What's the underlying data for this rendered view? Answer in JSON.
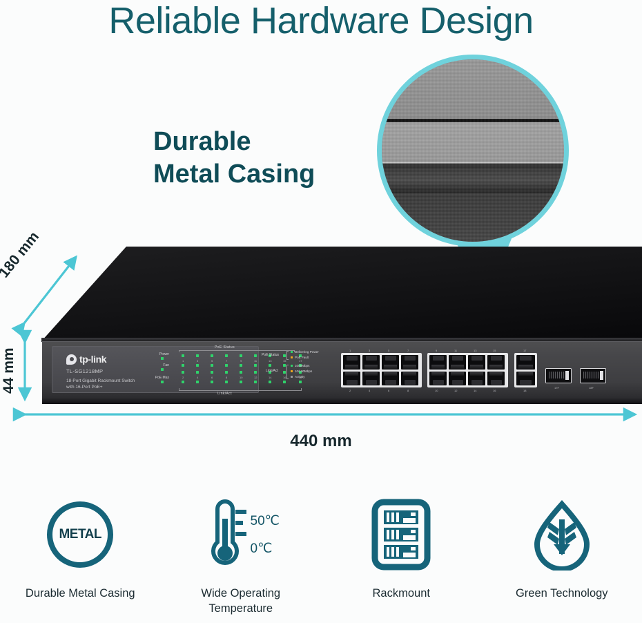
{
  "page": {
    "headline": "Reliable Hardware Design",
    "background_color": "#fbfcfc",
    "accent_teal": "#16647a",
    "accent_cyan": "#6fd2dc",
    "text_dark": "#17282d"
  },
  "callout": {
    "title_line1": "Durable",
    "title_line2": "Metal Casing",
    "magnifier": {
      "name": "metal-casing-closeup",
      "ring_color": "#6fd2dc",
      "cone_color": "#6fd2dc"
    }
  },
  "device": {
    "brand": "tp-link",
    "model": "TL-SG1218MP",
    "description_line1": "18-Port Gigabit Rackmount Switch",
    "description_line2": "with 16-Port PoE+",
    "led_panel": {
      "header": "PoE Status",
      "footer": "Link/Act",
      "left_labels": [
        "Power",
        "Fan",
        "PoE Max"
      ],
      "top_port_numbers": [
        "1",
        "3",
        "5",
        "7",
        "9",
        "11",
        "13",
        "15",
        "17"
      ],
      "bottom_port_numbers": [
        "2",
        "4",
        "6",
        "8",
        "10",
        "12",
        "14",
        "16",
        "18"
      ]
    },
    "legend": {
      "group1_label": "PoE Status",
      "group1_items": [
        {
          "text": "Delivering Power",
          "color": "#2fd36b"
        },
        {
          "text": "PoE Fault",
          "color": "#f0a81e"
        }
      ],
      "group2_label": "Link/Act",
      "group2_items": [
        {
          "text": "1000Mbps",
          "color": "#2fd36b"
        },
        {
          "text": "10/100Mbps",
          "color": "#f0a81e"
        },
        {
          "text": "Activity",
          "color": "#9a9a9e"
        }
      ]
    },
    "ports": {
      "rj45_top_numbers": [
        "1",
        "3",
        "5",
        "7",
        "9",
        "11",
        "13",
        "15",
        "17"
      ],
      "rj45_bottom_numbers": [
        "2",
        "4",
        "6",
        "8",
        "10",
        "12",
        "14",
        "16",
        "18"
      ],
      "sfp_labels": [
        "17F",
        "18F"
      ]
    }
  },
  "dimensions": {
    "depth": "180 mm",
    "height": "44 mm",
    "width": "440 mm"
  },
  "features": [
    {
      "icon": "metal-casing-icon",
      "badge_text": "METAL",
      "caption": "Durable Metal Casing"
    },
    {
      "icon": "thermometer-icon",
      "temp_high": "50℃",
      "temp_low": "0℃",
      "caption": "Wide Operating\nTemperature"
    },
    {
      "icon": "rackmount-icon",
      "caption": "Rackmount"
    },
    {
      "icon": "green-leaf-icon",
      "caption": "Green Technology"
    }
  ]
}
